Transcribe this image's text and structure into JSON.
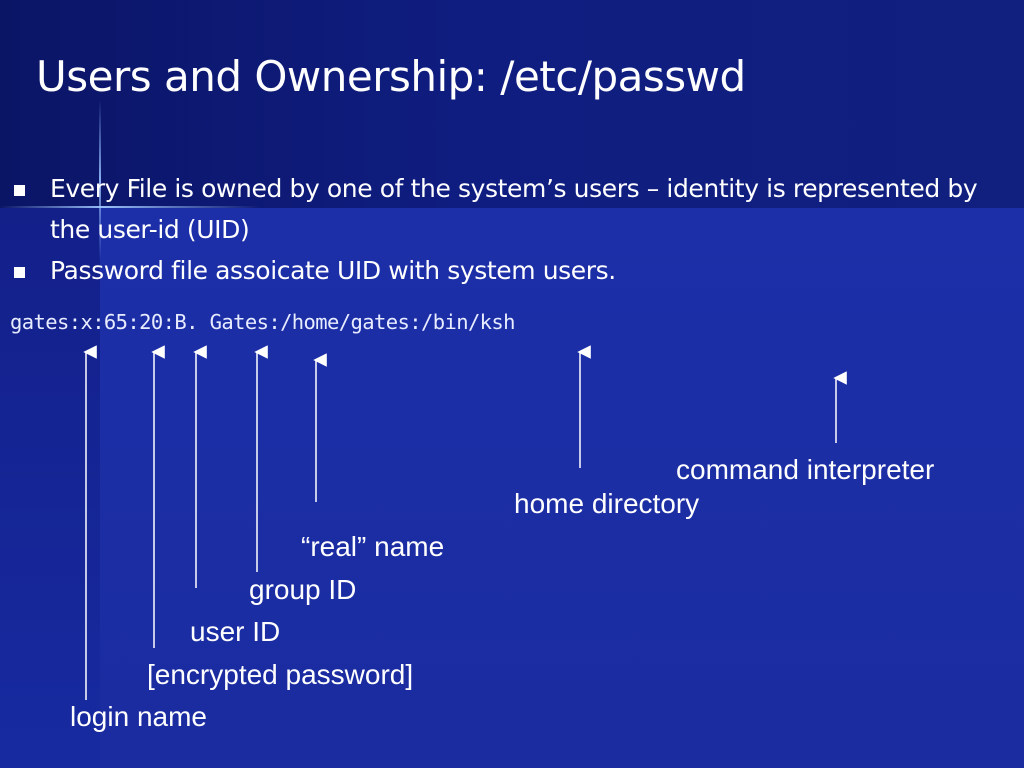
{
  "slide": {
    "title": "Users and Ownership:  /etc/passwd",
    "bullets": [
      "Every File is owned by one of the system’s users – identity is represented by the user-id (UID)",
      "Password file assoicate UID with system users."
    ],
    "passwd_line": "gates:x:65:20:B. Gates:/home/gates:/bin/ksh",
    "labels": {
      "command_interpreter": "command interpreter",
      "home_directory": "home directory",
      "real_name": "“real” name",
      "group_id": "group ID",
      "user_id": "user ID",
      "encrypted_password": "[encrypted password]",
      "login_name": "login name"
    },
    "colors": {
      "background": "#1a2a9e",
      "top_band": "#0f1d80",
      "text": "#ffffff"
    }
  }
}
